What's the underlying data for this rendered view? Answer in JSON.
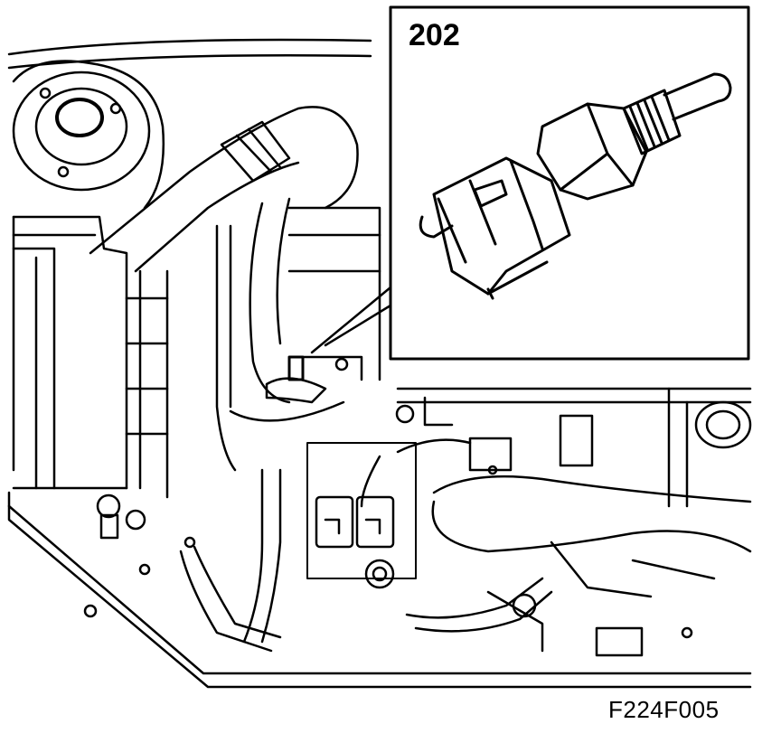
{
  "callout": {
    "number": "202"
  },
  "figure": {
    "code": "F224F005"
  },
  "colors": {
    "line": "#000000",
    "background": "#ffffff",
    "inset_frame": "#000000"
  },
  "inset": {
    "subject": "coolant-temperature-sensor",
    "icon": "sensor-icon"
  }
}
